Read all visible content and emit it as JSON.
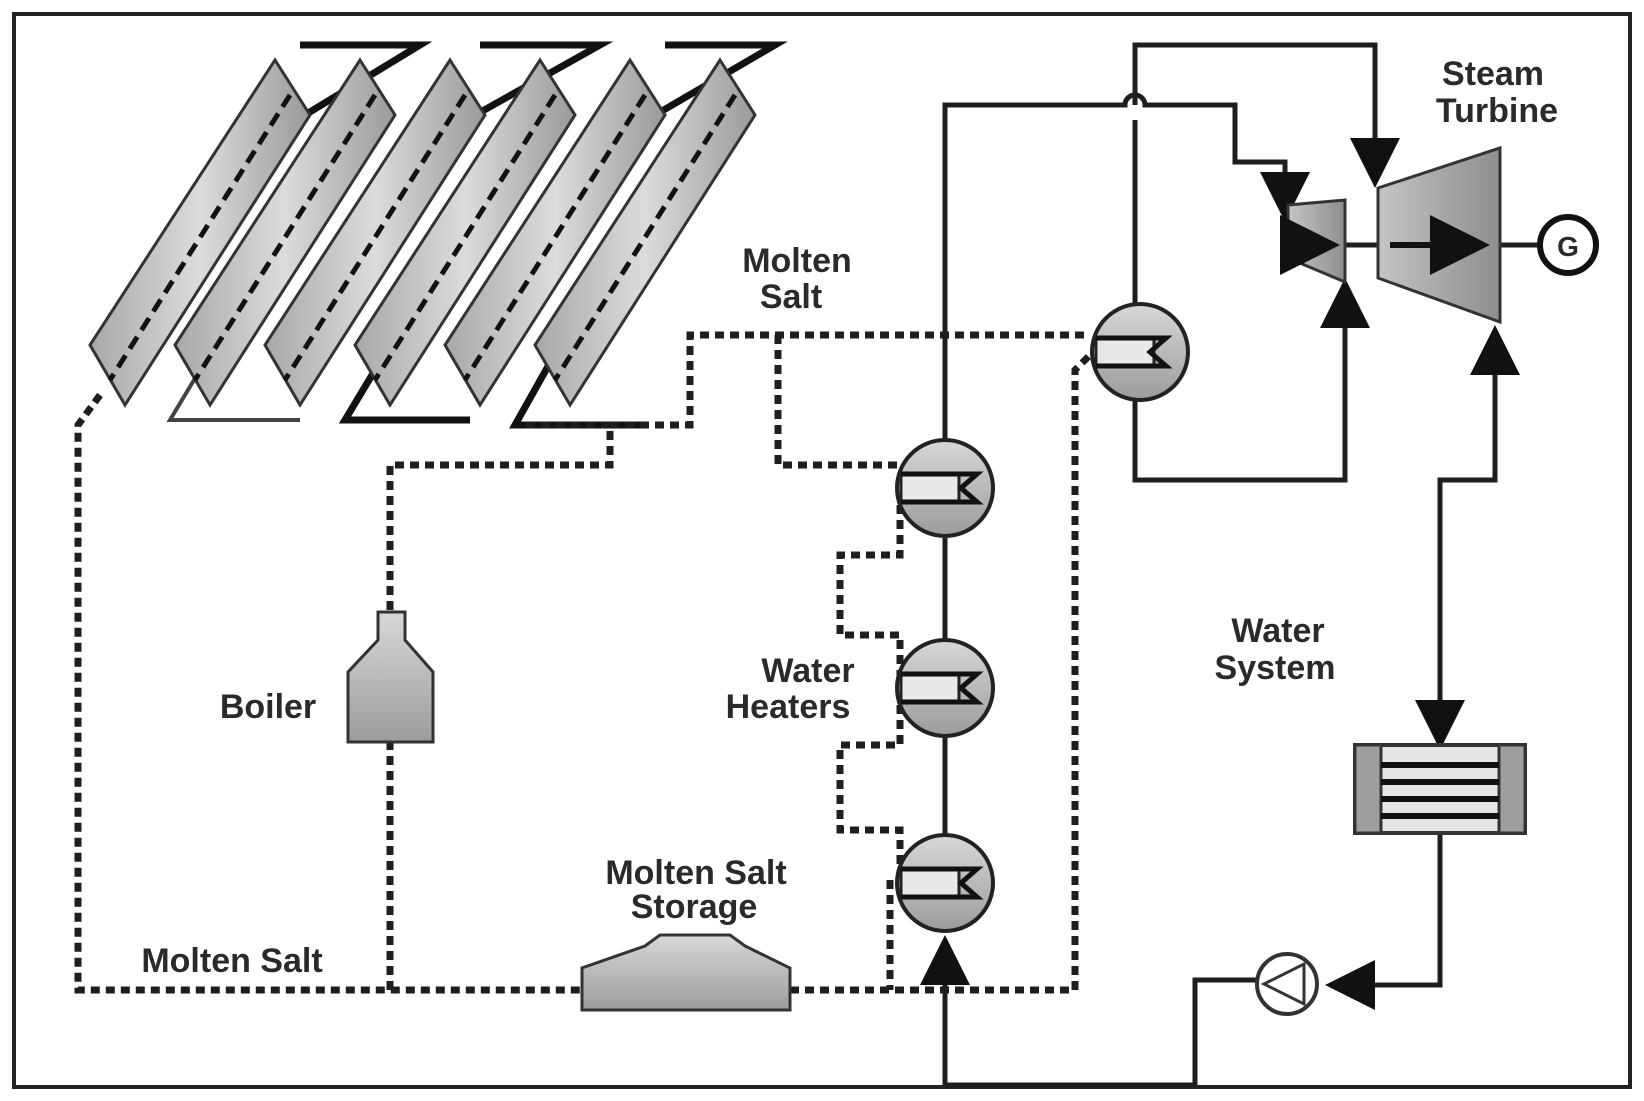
{
  "labels": {
    "steam_turbine_line1": "Steam",
    "steam_turbine_line2": "Turbine",
    "molten_salt_top_line1": "Molten",
    "molten_salt_top_line2": "Salt",
    "boiler": "Boiler",
    "water_heaters_line1": "Water",
    "water_heaters_line2": "Heaters",
    "water_system_line1": "Water",
    "water_system_line2": "System",
    "molten_salt_storage_line1": "Molten Salt",
    "molten_salt_storage_line2": "Storage",
    "molten_salt_bottom": "Molten Salt",
    "generator": "G"
  },
  "colors": {
    "line": "#1e1e1e",
    "equipment_fill": "#bdbdbd",
    "background": "#ffffff"
  }
}
